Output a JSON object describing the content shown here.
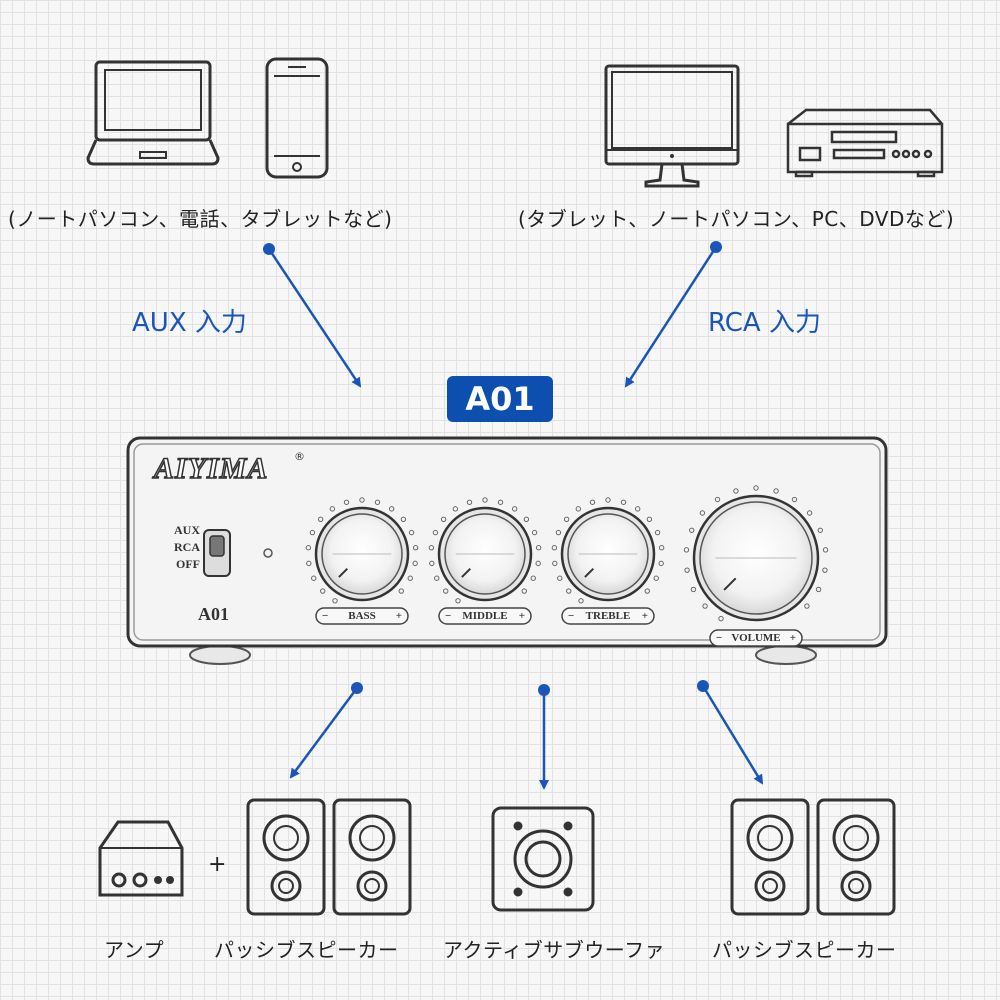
{
  "sources": {
    "left_caption": "(ノートパソコン、電話、タブレットなど)",
    "right_caption": "(タブレット、ノートパソコン、PC、DVDなど)"
  },
  "inputs": {
    "aux_label": "AUX 入力",
    "rca_label": "RCA 入力"
  },
  "model_badge": "A01",
  "amplifier": {
    "brand": "AIYIMA",
    "model": "A01",
    "selector": [
      "AUX",
      "RCA",
      "OFF"
    ],
    "knobs": [
      "BASS",
      "MIDDLE",
      "TREBLE",
      "VOLUME"
    ],
    "knob_minus": "−",
    "knob_plus": "+"
  },
  "outputs": {
    "plus_sign": "+",
    "amp_label": "アンプ",
    "passive_left_label": "パッシブスピーカー",
    "subwoofer_label": "アクティブサブウーファ",
    "passive_right_label": "パッシブスピーカー"
  },
  "colors": {
    "accent": "#0d4fae",
    "arrow": "#1a56b8",
    "line": "#333333"
  }
}
